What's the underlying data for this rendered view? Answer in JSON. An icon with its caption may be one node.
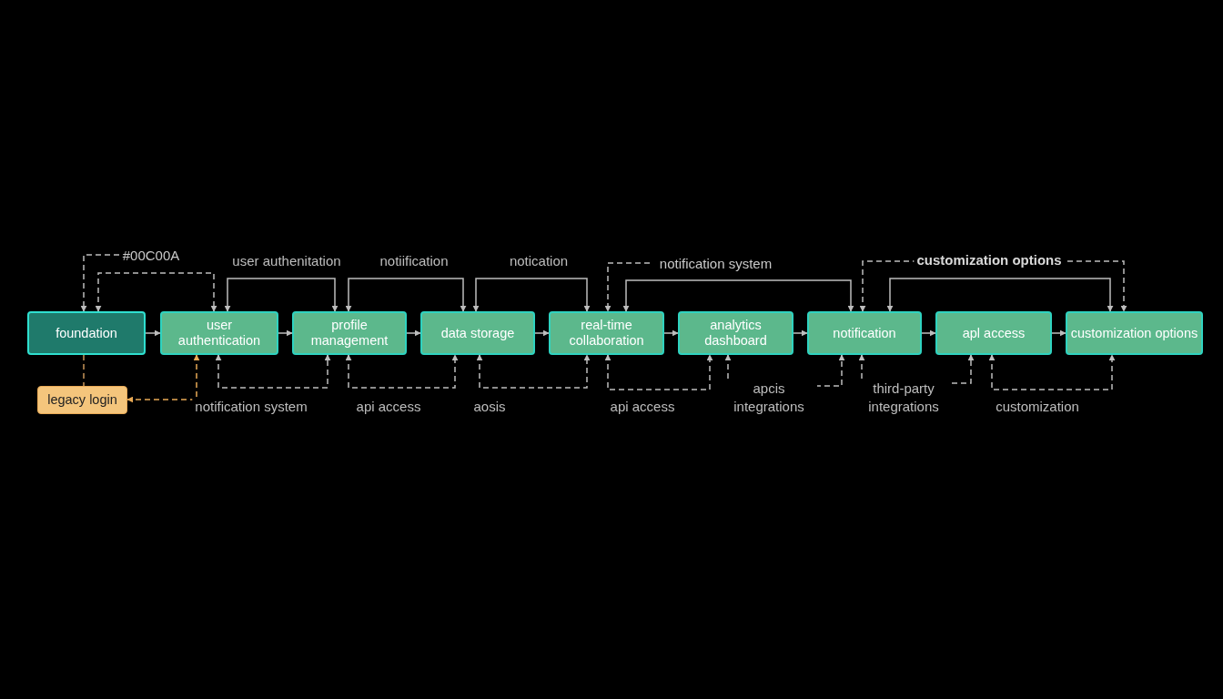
{
  "diagram": {
    "nodes": [
      {
        "text": [
          "foundation"
        ]
      },
      {
        "text": [
          "user authentication"
        ]
      },
      {
        "text": [
          "profile management"
        ]
      },
      {
        "text": [
          "data storage"
        ]
      },
      {
        "text": [
          "real-time collaboration"
        ]
      },
      {
        "text": [
          "analytics dashboard"
        ]
      },
      {
        "text": [
          "notification"
        ]
      },
      {
        "text": [
          "apl access"
        ]
      },
      {
        "text": [
          "customization options"
        ]
      },
      {
        "text": [
          "legacy login"
        ]
      },
      {
        "text": [
          "#00C00A"
        ]
      },
      {
        "text": [
          "notification system"
        ]
      }
    ],
    "edges": [
      {
        "from": 0,
        "to": 1,
        "arrow": "to"
      },
      {
        "from": 1,
        "to": 2,
        "arrow": "to"
      },
      {
        "from": 2,
        "to": 3,
        "arrow": "to"
      },
      {
        "from": 3,
        "to": 4,
        "arrow": "to"
      },
      {
        "from": 4,
        "to": 5,
        "arrow": "to"
      },
      {
        "from": 5,
        "to": 6,
        "arrow": "to"
      },
      {
        "from": 6,
        "to": 7,
        "arrow": "to"
      },
      {
        "from": 7,
        "to": 8,
        "arrow": "to"
      },
      {
        "from": 10,
        "to": 0,
        "arrow": "to",
        "style": "dashed"
      },
      {
        "from": 0,
        "to": 1,
        "arrow": "both",
        "style": "dashed"
      },
      {
        "from": 1,
        "to": 2,
        "label": "user authenitation",
        "arrow": "both"
      },
      {
        "from": 2,
        "to": 3,
        "label": "notiification",
        "arrow": "both"
      },
      {
        "from": 3,
        "to": 4,
        "label": "notication",
        "arrow": "both"
      },
      {
        "from": 11,
        "to": 4,
        "arrow": "to",
        "style": "dashed"
      },
      {
        "from": 4,
        "to": 6,
        "arrow": "both"
      },
      {
        "from": 6,
        "to": 8,
        "label": "customization options",
        "arrow": "both",
        "style": "dashed"
      },
      {
        "from": 6,
        "to": 8,
        "arrow": "both"
      },
      {
        "from": 0,
        "to": 9,
        "arrow": "none",
        "style": "dashed",
        "color": "#c8955a"
      },
      {
        "from": 1,
        "to": 9,
        "arrow": "both",
        "style": "dashed",
        "color": "#e8a955"
      },
      {
        "from": 1,
        "to": 2,
        "label": "notification system",
        "arrow": "both",
        "style": "dashed"
      },
      {
        "from": 2,
        "to": 3,
        "label": "api access",
        "arrow": "both",
        "style": "dashed"
      },
      {
        "from": 3,
        "to": 4,
        "label": "aosis",
        "arrow": "both",
        "style": "dashed"
      },
      {
        "from": 4,
        "to": 5,
        "label": "api access",
        "arrow": "both",
        "style": "dashed"
      },
      {
        "from": 5,
        "to": 6,
        "label": "apcis integrations",
        "arrow": "both",
        "style": "dashed"
      },
      {
        "from": 6,
        "to": 7,
        "label": "third-party integrations",
        "arrow": "both",
        "style": "dashed"
      },
      {
        "from": 7,
        "to": 8,
        "label": "customization",
        "arrow": "both",
        "style": "dashed"
      }
    ]
  }
}
